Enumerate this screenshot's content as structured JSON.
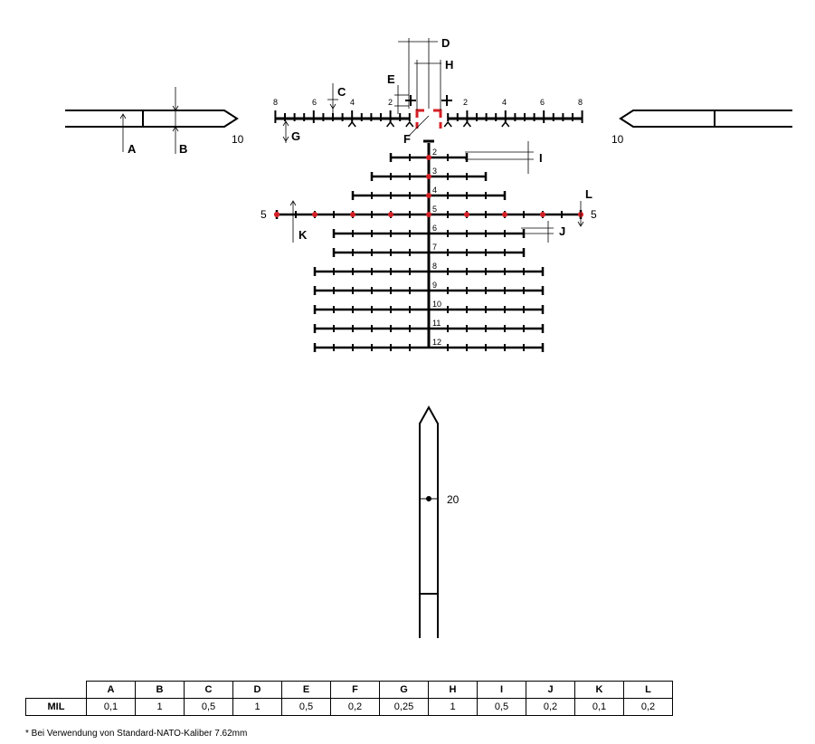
{
  "diagram": {
    "side_post_label": "10",
    "bottom_post_label": "20",
    "horizontal_scale": [
      "8",
      "6",
      "4",
      "2",
      "2",
      "4",
      "6",
      "8"
    ],
    "holdover_labels": [
      "2",
      "3",
      "4",
      "5",
      "6",
      "7",
      "8",
      "9",
      "10",
      "11",
      "12"
    ],
    "side_bar_label": "5",
    "dimension_letters": [
      "A",
      "B",
      "C",
      "D",
      "E",
      "F",
      "G",
      "H",
      "I",
      "J",
      "K",
      "L"
    ]
  },
  "table": {
    "headers": [
      "A",
      "B",
      "C",
      "D",
      "E",
      "F",
      "G",
      "H",
      "I",
      "J",
      "K",
      "L"
    ],
    "row_label": "MIL",
    "values": [
      "0,1",
      "1",
      "0,5",
      "1",
      "0,5",
      "0,2",
      "0,25",
      "1",
      "0,5",
      "0,2",
      "0,1",
      "0,2"
    ]
  },
  "footnote": "* Bei Verwendung von Standard-NATO-Kaliber 7.62mm",
  "colors": {
    "ink": "#000000",
    "accent": "#d41f26"
  }
}
